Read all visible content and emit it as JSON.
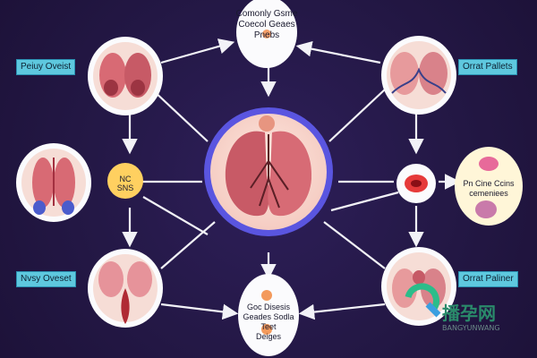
{
  "labels": {
    "top": "Comonly Gsme\nCoecol Geaes\nPnebs",
    "left_mid": "NC\nSNS",
    "bottom": "Goc Disesis\nGeades Sodla\nTeet\nDeiges",
    "right_mid": "Pn Cine Ccins\ncemeniees"
  },
  "tags": {
    "top_left": "Peiuy Oveist",
    "bottom_left": "Nvsy Oveset",
    "top_right": "Orrat Pallets",
    "bottom_right": "Orrat Paliner"
  },
  "watermark": {
    "cn": "播孕网",
    "en": "BANGYUNWANG"
  },
  "colors": {
    "background": "#241846",
    "center_ring": "#5a55e0",
    "tag_fill": "#5ec8de",
    "organ_pink": "#e07a82",
    "organ_dark": "#b04a58"
  }
}
